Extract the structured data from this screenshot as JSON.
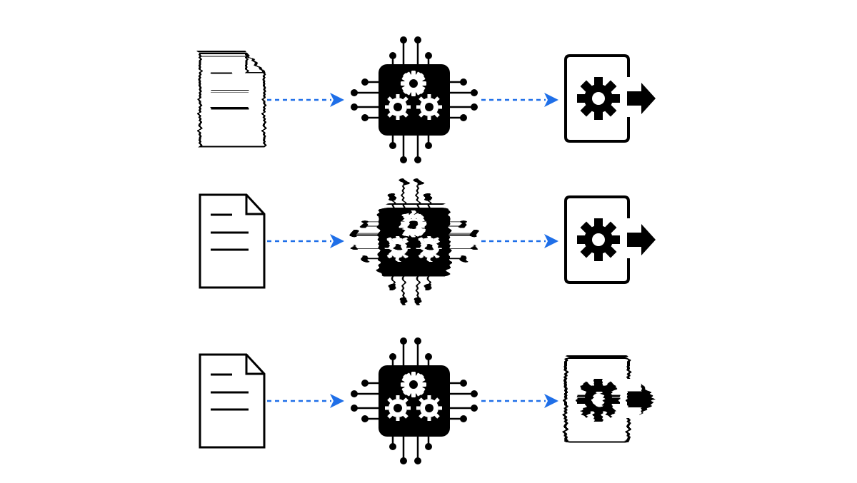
{
  "colors": {
    "arrow": "#1f6fe8",
    "ink": "#000000",
    "background": "#ffffff"
  },
  "icons": {
    "input": "document-icon",
    "process": "chip-gears-icon",
    "output": "gear-export-icon",
    "connector": "dashed-arrow-icon"
  },
  "rows": [
    {
      "id": "row-1",
      "document_style": "glitched",
      "chip_style": "clean",
      "output_style": "clean"
    },
    {
      "id": "row-2",
      "document_style": "clean",
      "chip_style": "glitched",
      "output_style": "clean"
    },
    {
      "id": "row-3",
      "document_style": "clean",
      "chip_style": "clean",
      "output_style": "glitched"
    }
  ]
}
